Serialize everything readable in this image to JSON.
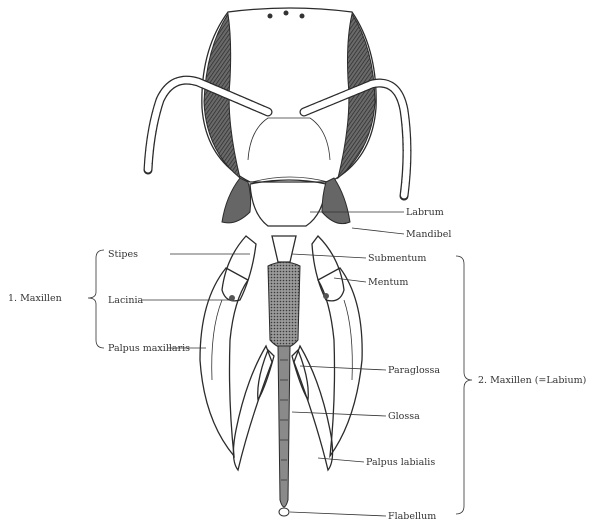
{
  "labels": {
    "labrum": "Labrum",
    "mandibel": "Mandibel",
    "submentum": "Submentum",
    "mentum": "Mentum",
    "paraglossa": "Paraglossa",
    "glossa": "Glossa",
    "palpus_labialis": "Palpus labialis",
    "flabellum": "Flabellum",
    "stipes": "Stipes",
    "lacinia": "Lacinia",
    "maxillarpalpus": "Palpus maxillaris",
    "group_maxillae_1": "1. Maxillen",
    "group_maxillae_2": "2. Maxillen (=Labium)"
  },
  "colors": {
    "ink": "#2b2b2b",
    "shade": "#5a5a5a",
    "glossa_fill": "#8a8a8a",
    "background": "#ffffff"
  }
}
